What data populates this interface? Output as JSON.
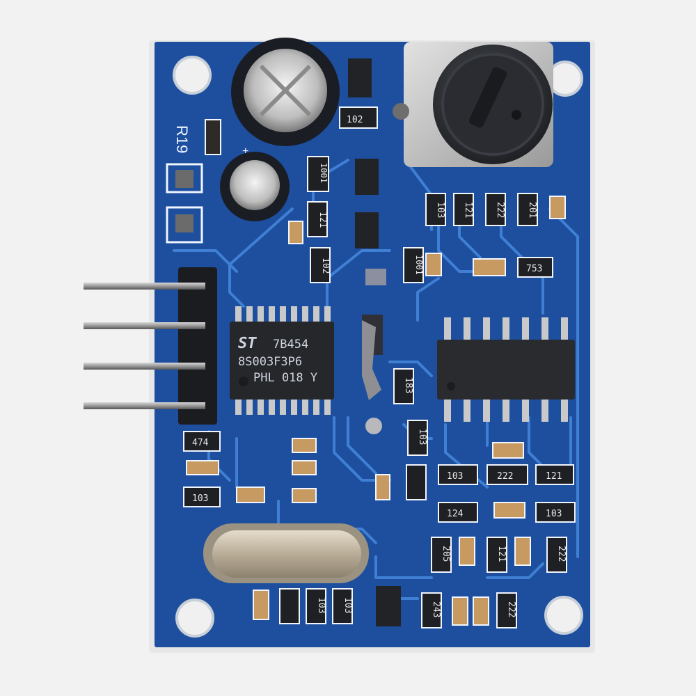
{
  "board": {
    "pcb_color": "#1d4f9e",
    "trace_color": "#3f7fd4",
    "silk_color": "#f1f5ff",
    "background_color": "#f2f2f2",
    "silk_label_r19": "R19",
    "polarity_plus": "+"
  },
  "mcu": {
    "logo": "ST",
    "line1": "7B454",
    "line2": "8S003F3P6",
    "line3": "PHL 018 Y"
  },
  "components": {
    "res_102_top": "102",
    "res_1001_a": "1001",
    "res_121_a": "121",
    "res_102_b": "102",
    "res_1001_b": "1001",
    "res_103_a": "103",
    "res_121_b": "121",
    "res_222_a": "222",
    "res_201_a": "201",
    "res_753": "753",
    "res_183": "183",
    "res_103_b": "103",
    "res_474": "474",
    "res_103_c": "103",
    "res_103_d": "103",
    "res_222_b": "222",
    "res_121_c": "121",
    "res_124": "124",
    "res_103_e": "103",
    "res_205": "205",
    "res_121_d": "121",
    "res_222_c": "222",
    "res_103_f": "103",
    "res_103_g": "103",
    "res_243": "243",
    "res_222_d": "222"
  },
  "header_pins": {
    "count": 4
  }
}
